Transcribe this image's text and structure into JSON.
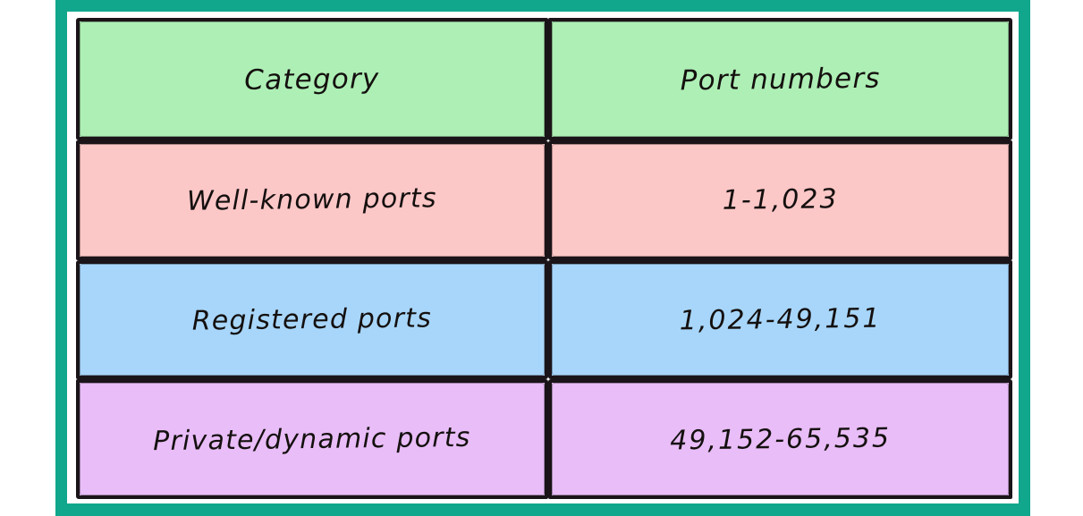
{
  "frame": {
    "accent_color": "#10a78c",
    "background_color": "#ffffff"
  },
  "table": {
    "border_color": "#1a1418",
    "columns": [
      {
        "key": "category",
        "header": "Category"
      },
      {
        "key": "ports",
        "header": "Port numbers"
      }
    ],
    "header_row": {
      "background_color": "#aeefb5",
      "cells": [
        "Category",
        "Port numbers"
      ]
    },
    "rows": [
      {
        "name": "well-known-ports",
        "background_color": "#fcc7c7",
        "category": "Well-known ports",
        "ports": "1-1,023"
      },
      {
        "name": "registered-ports",
        "background_color": "#a8d6fa",
        "category": "Registered ports",
        "ports": "1,024-49,151"
      },
      {
        "name": "private-dynamic-ports",
        "background_color": "#e9bdf7",
        "category": "Private/dynamic ports",
        "ports": "49,152-65,535"
      }
    ]
  }
}
